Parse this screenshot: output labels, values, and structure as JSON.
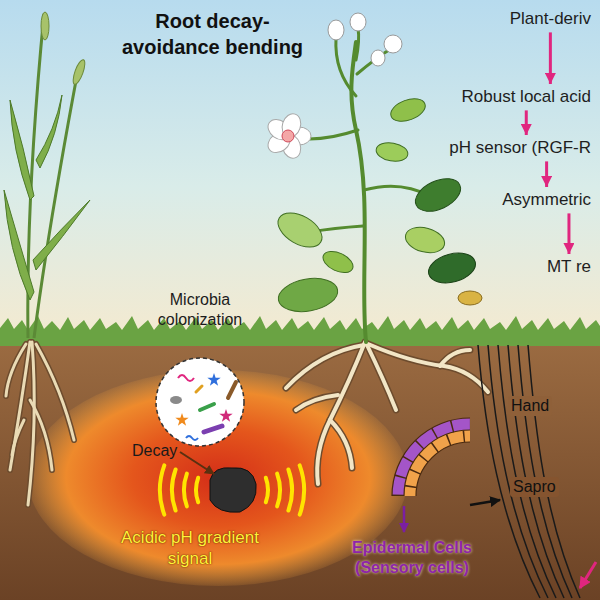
{
  "diagram": {
    "title": "Root decay-avoidance bending",
    "nodes": [
      {
        "text": [
          "Plant-deriv"
        ]
      },
      {
        "text": [
          "Robust local acid"
        ]
      },
      {
        "text": [
          "pH sensor (RGF-R"
        ]
      },
      {
        "text": [
          "Asymmetric"
        ]
      },
      {
        "text": [
          "MT re"
        ]
      }
    ],
    "edges": [
      {
        "from": 0,
        "to": 1,
        "arrow": "to"
      },
      {
        "from": 1,
        "to": 2,
        "arrow": "to"
      },
      {
        "from": 2,
        "to": 3,
        "arrow": "to"
      },
      {
        "from": 3,
        "to": 4,
        "arrow": "to"
      }
    ],
    "labels": [
      "Microbia colonization",
      "Decay",
      "Acidic pH gradient signal",
      "Epidermal Cells (Sensory cells)",
      "Hand",
      "Sapro"
    ]
  }
}
